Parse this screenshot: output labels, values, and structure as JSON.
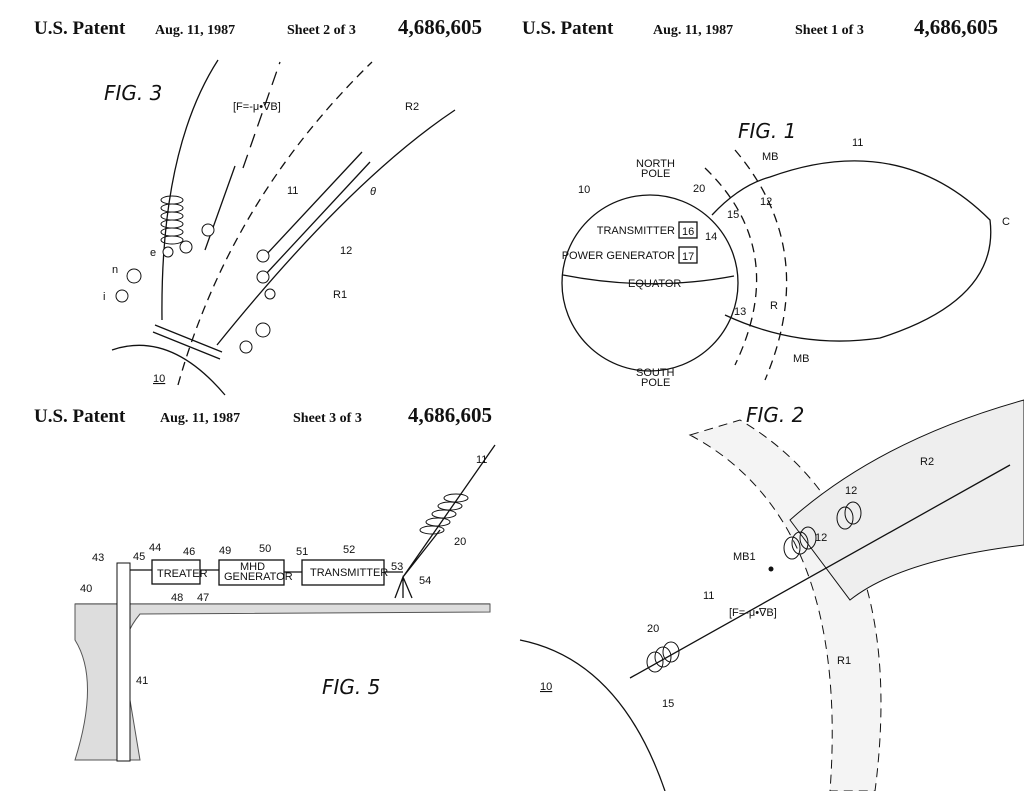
{
  "sheets": [
    {
      "patent_label": "U.S. Patent",
      "date": "Aug. 11, 1987",
      "sheet": "Sheet 2 of 3",
      "number": "4,686,605"
    },
    {
      "patent_label": "U.S. Patent",
      "date": "Aug. 11, 1987",
      "sheet": "Sheet 1 of 3",
      "number": "4,686,605"
    },
    {
      "patent_label": "U.S. Patent",
      "date": "Aug. 11, 1987",
      "sheet": "Sheet 3 of 3",
      "number": "4,686,605"
    }
  ],
  "fig3": {
    "title": "FIG. 3",
    "equation": "[F=-μ•∇B]",
    "r2": "R2",
    "r1": "R1",
    "theta": "θ",
    "l11": "11",
    "l12": "12",
    "l10": "10",
    "e": "e",
    "i": "i",
    "n": "n"
  },
  "fig1": {
    "title": "FIG. 1",
    "north": "NORTH",
    "north2": "POLE",
    "south": "SOUTH",
    "south2": "POLE",
    "equator": "EQUATOR",
    "transmitter": "TRANSMITTER",
    "power": "POWER GENERATOR",
    "b16": "16",
    "b17": "17",
    "l10": "10",
    "l11": "11",
    "l12": "12",
    "l13": "13",
    "l14": "14",
    "l15": "15",
    "l20": "20",
    "mb": "MB",
    "c": "C",
    "r": "R"
  },
  "fig5": {
    "title": "FIG. 5",
    "treater": "TREATER",
    "mhd1": "MHD",
    "mhd2": "GENERATOR",
    "transmitter": "TRANSMITTER",
    "labels": [
      "40",
      "41",
      "43",
      "44",
      "45",
      "46",
      "47",
      "48",
      "49",
      "50",
      "51",
      "52",
      "53",
      "54",
      "20",
      "11"
    ]
  },
  "fig2": {
    "title": "FIG. 2",
    "equation": "[F=-μ•∇B]",
    "l10": "10",
    "l11": "11",
    "l12": "12",
    "l15": "15",
    "l20": "20",
    "mb1": "MB1",
    "r1": "R1",
    "r2": "R2"
  }
}
